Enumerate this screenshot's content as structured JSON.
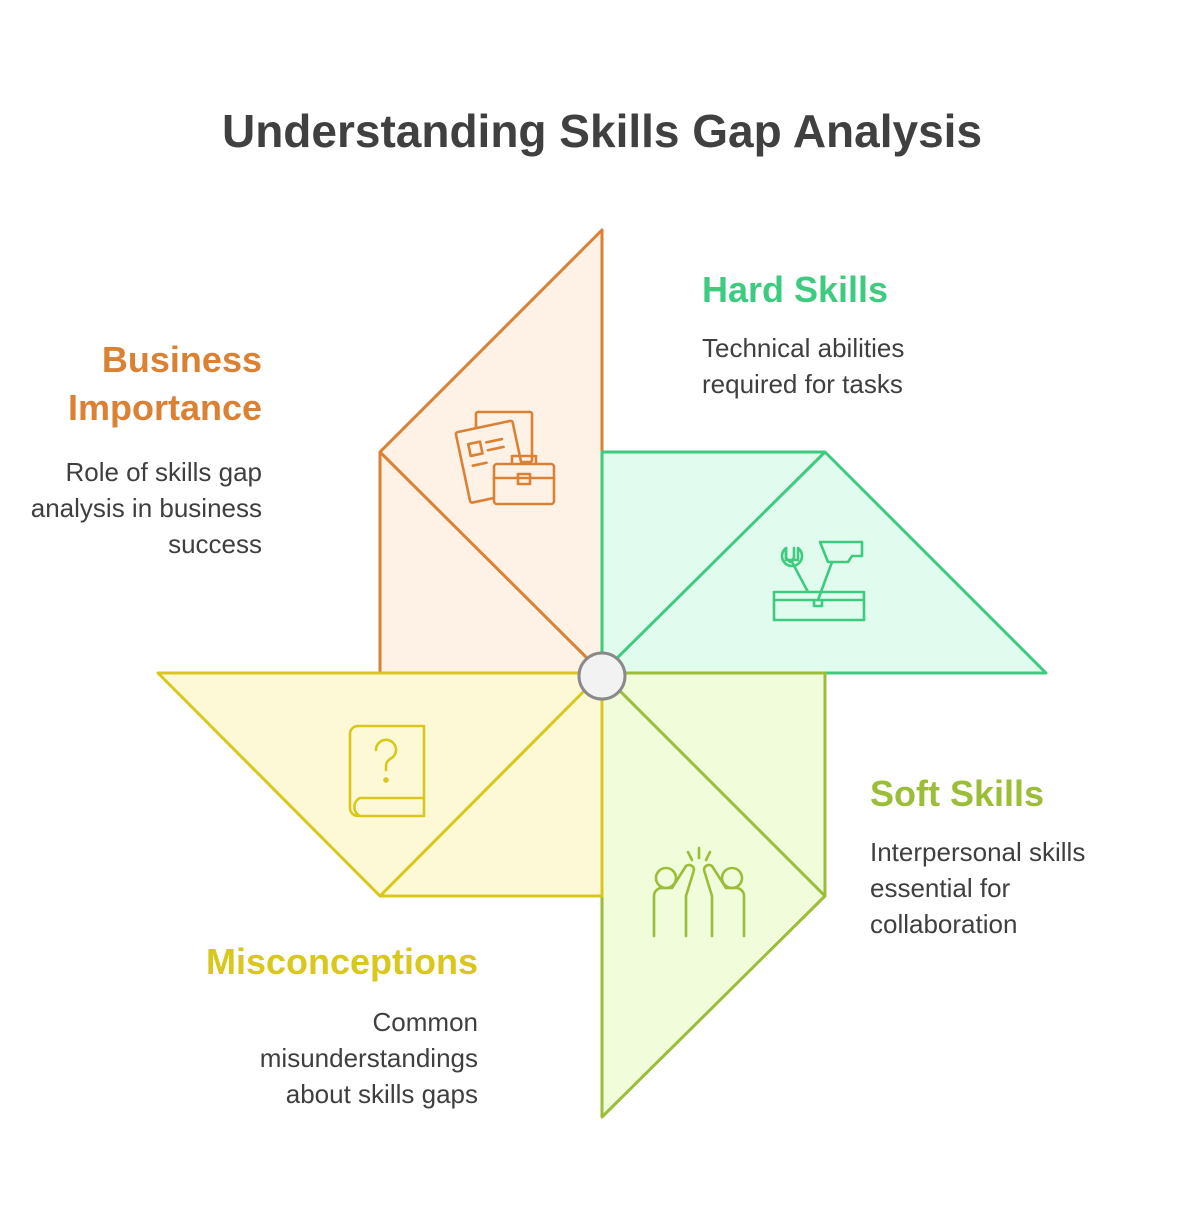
{
  "title": "Understanding Skills Gap Analysis",
  "sections": {
    "business": {
      "heading_lines": [
        "Business",
        "Importance"
      ],
      "description_lines": [
        "Role of skills gap",
        "analysis in business",
        "success"
      ],
      "color": "#db8133",
      "fill": "#fef1e6",
      "icon": "documents-briefcase-icon"
    },
    "hard": {
      "heading_lines": [
        "Hard Skills"
      ],
      "description_lines": [
        "Technical abilities",
        "required for tasks"
      ],
      "color": "#3ecb80",
      "fill": "#e1fbee",
      "icon": "toolbox-icon"
    },
    "soft": {
      "heading_lines": [
        "Soft Skills"
      ],
      "description_lines": [
        "Interpersonal skills",
        "essential for",
        "collaboration"
      ],
      "color": "#9bbd38",
      "fill": "#f1fcdb",
      "icon": "high-five-icon"
    },
    "misconceptions": {
      "heading_lines": [
        "Misconceptions"
      ],
      "description_lines": [
        "Common",
        "misunderstandings",
        "about skills gaps"
      ],
      "color": "#d9c71b",
      "fill": "#fdf9d7",
      "icon": "question-book-icon"
    }
  }
}
